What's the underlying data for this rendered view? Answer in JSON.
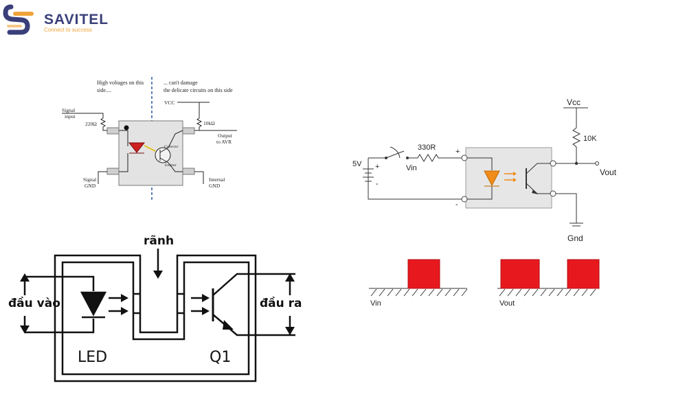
{
  "brand": {
    "name": "SAVITEL",
    "tagline": "Connect to success",
    "color_primary": "#3a3f7a",
    "color_accent": "#f0a33a"
  },
  "top_left_diagram": {
    "caption_left": [
      "High voltages on this",
      "side...."
    ],
    "caption_right": [
      "... can't damage",
      "the delicate circuits on this side"
    ],
    "signal_input": [
      "Signal",
      "input"
    ],
    "resistor_in": "220Ω",
    "vcc": "VCC",
    "resistor_out": "10kΩ",
    "output": [
      "Output",
      "to AVR"
    ],
    "collector": "Collector",
    "emitter": "Emitter",
    "signal_gnd": [
      "Signal",
      "GND"
    ],
    "internal_gnd": [
      "Internal",
      "GND"
    ]
  },
  "top_right_diagram": {
    "vcc": "Vcc",
    "resistor_top": "10K",
    "resistor_in": "330R",
    "supply": "5V",
    "plus": "+",
    "minus": "-",
    "vin": "Vin",
    "vout": "Vout",
    "gnd": "Gnd",
    "led_color": "#f08c1a"
  },
  "bottom_left_diagram": {
    "slot": "rãnh",
    "input": "đầu vào",
    "output": "đầu ra",
    "led": "LED",
    "transistor": "Q1"
  },
  "waveform": {
    "vin_label": "Vin",
    "vout_label": "Vout",
    "pulse_color": "#e8191e"
  }
}
